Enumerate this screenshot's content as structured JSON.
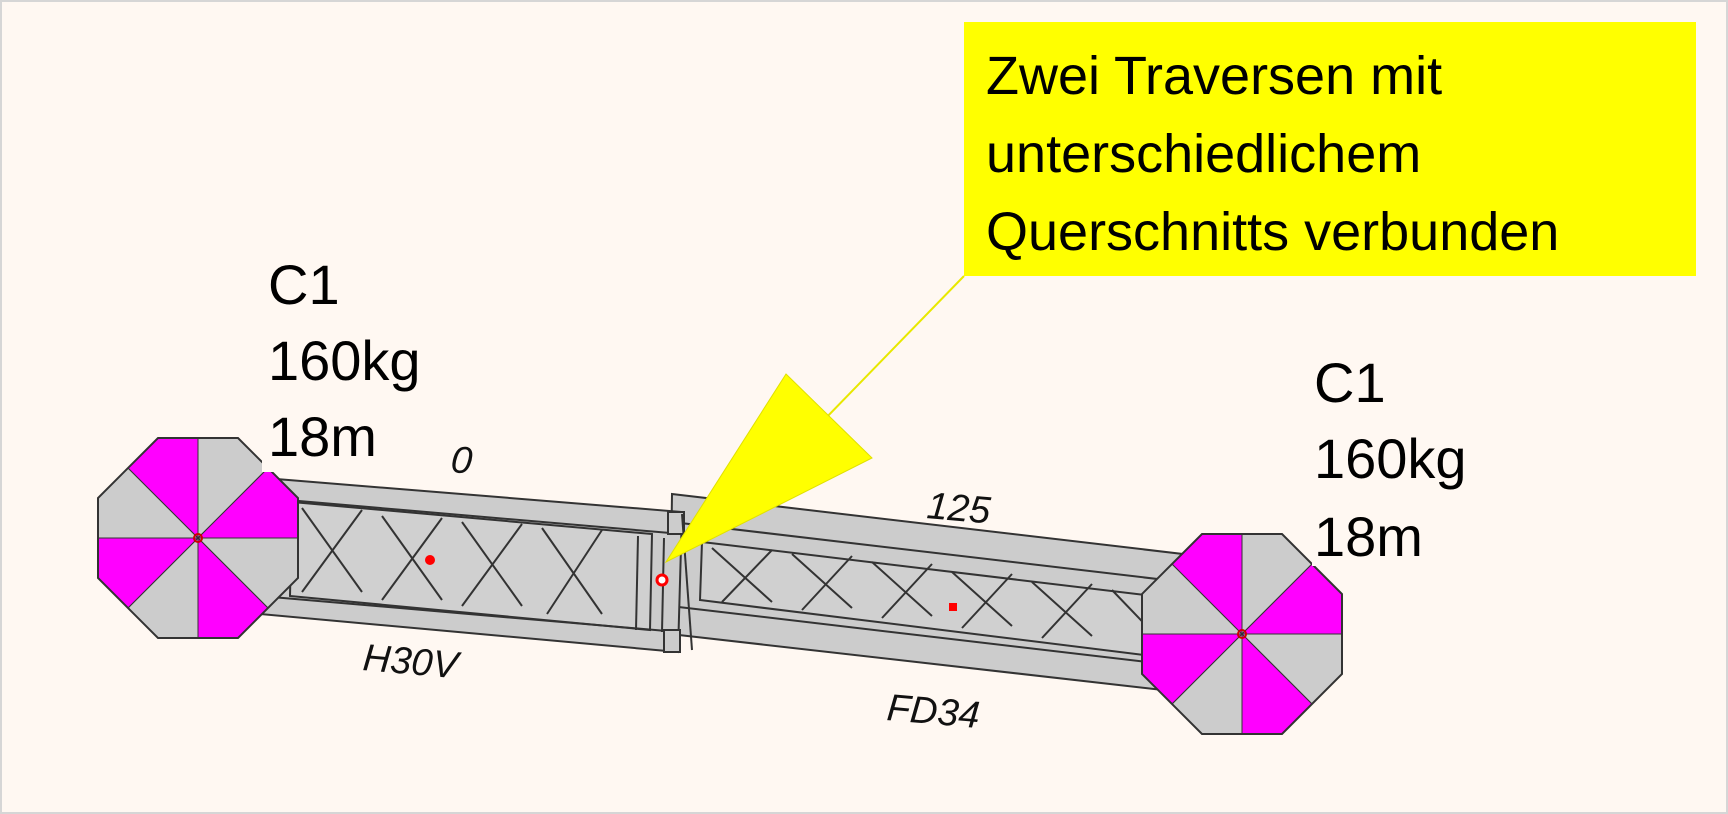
{
  "callout": {
    "lines": [
      "Zwei Traversen mit",
      "unterschiedlichem",
      "Querschnitts verbunden"
    ],
    "color": "#ffff00"
  },
  "hoists": {
    "left": {
      "lines": [
        "C1",
        "160kg",
        "18m"
      ]
    },
    "right": {
      "lines": [
        "C1",
        "160kg",
        "18m"
      ]
    },
    "colors": {
      "pink": "#ff00ff",
      "gray": "#cccccc"
    }
  },
  "trusses": {
    "left": {
      "type": "H30V",
      "length_partial": "0"
    },
    "right": {
      "type": "FD34",
      "length": "125"
    },
    "fill": "#cccccc"
  },
  "marker_color": "#ff0000"
}
